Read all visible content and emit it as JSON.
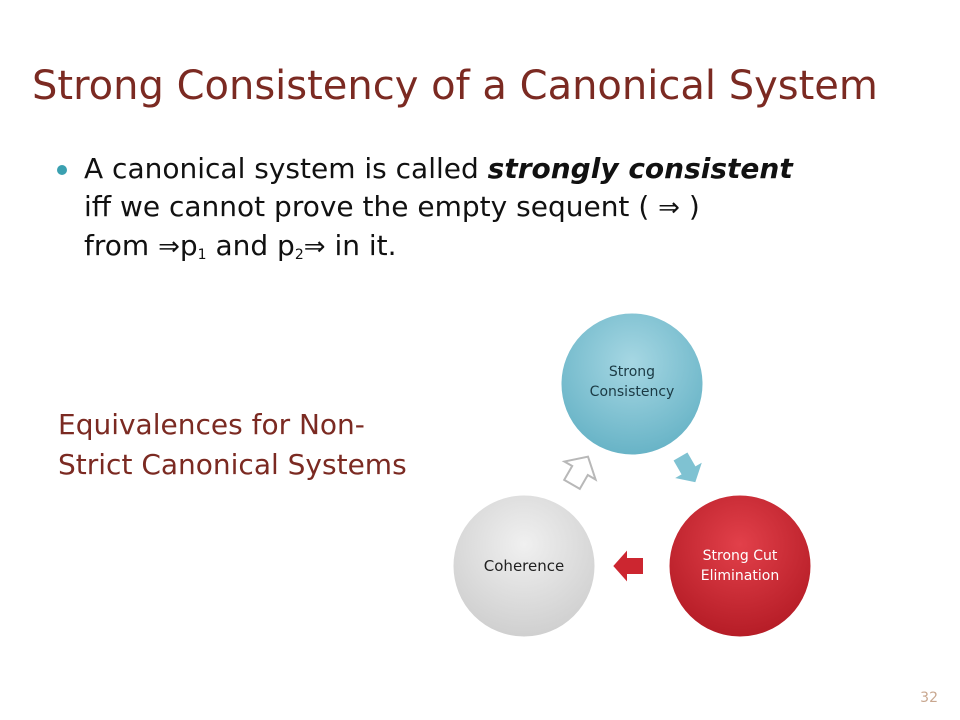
{
  "slide": {
    "title": "Strong Consistency of a Canonical System",
    "bullet": {
      "intro": "A canonical system is called ",
      "emphasis": "strongly consistent",
      "line2": "iff we cannot prove the empty sequent (",
      "arrow": "⇒",
      "close": ")",
      "from_text": "from ",
      "p1": "p",
      "p1_sub": "1",
      "and_text": " and ",
      "p2": "p",
      "p2_sub": "2",
      "in_it": "  in it."
    },
    "side_label": "Equivalences for Non-Strict Canonical Systems",
    "cycle": {
      "nodes": [
        {
          "label_line1": "Strong",
          "label_line2": "Consistency",
          "fill": "#7fc2d2",
          "text_color": "#1b3a44"
        },
        {
          "label_line1": "Strong Cut",
          "label_line2": "Elimination",
          "fill": "#cc2630",
          "text_color": "#ffffff"
        },
        {
          "label_line1": "Coherence",
          "label_line2": "",
          "fill": "#dcdcdc",
          "text_color": "#222222"
        }
      ]
    },
    "slide_number": "32"
  }
}
